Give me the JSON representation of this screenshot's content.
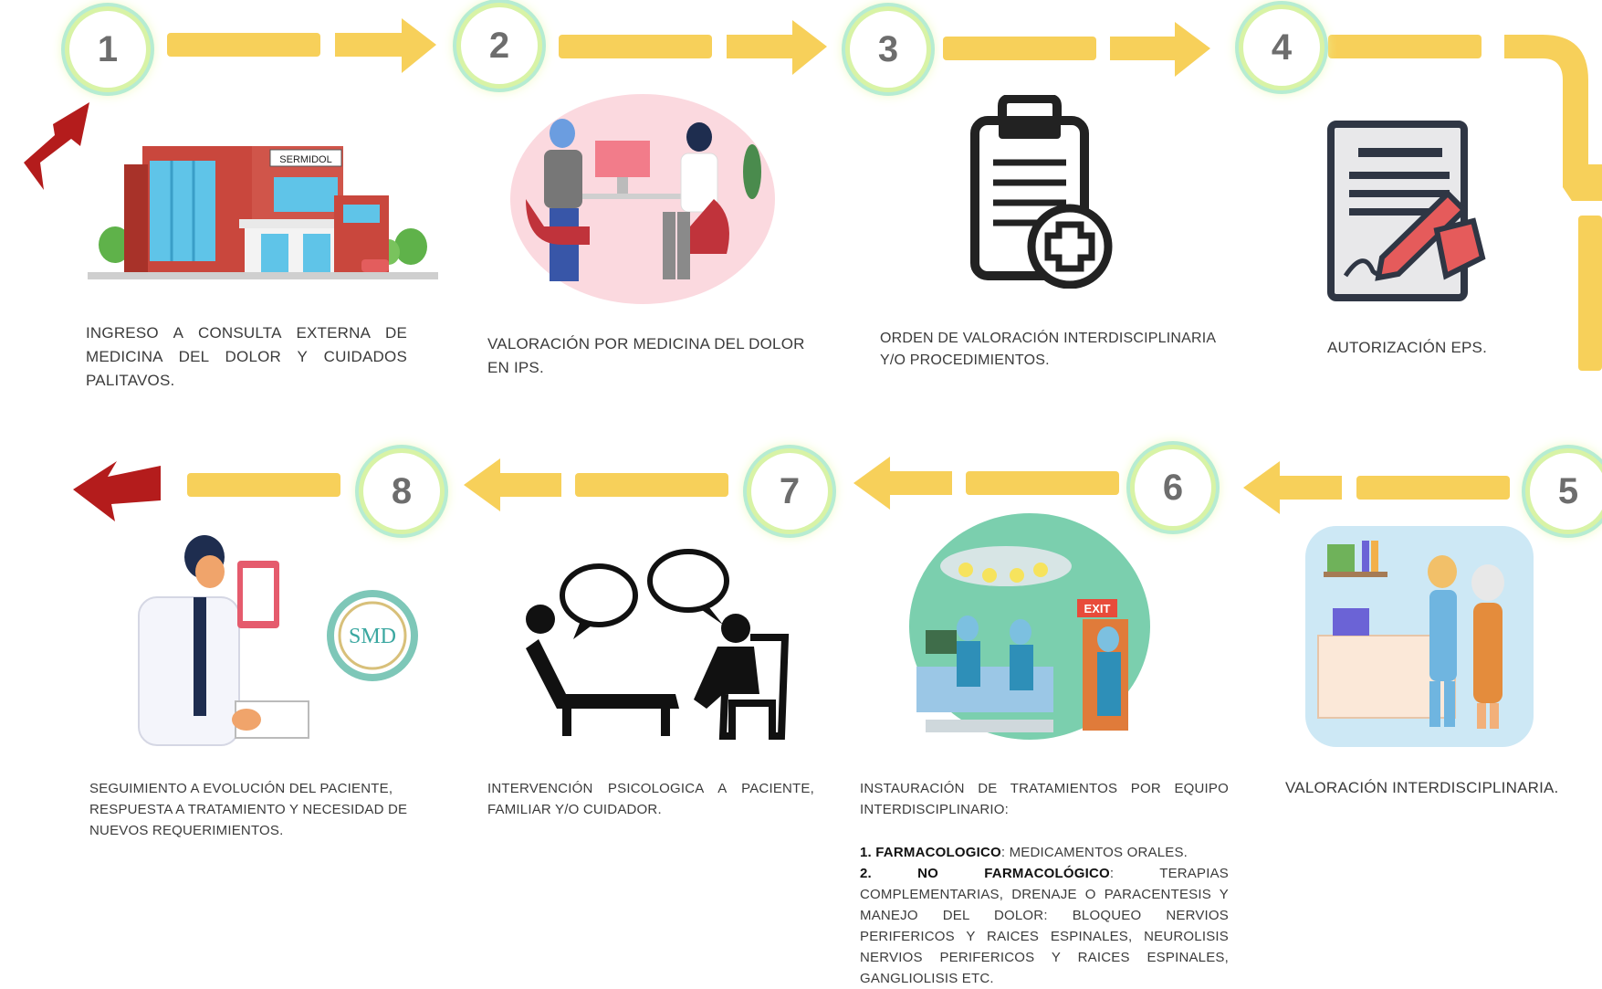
{
  "steps": [
    {
      "number": "1",
      "text": "INGRESO A CONSULTA EXTERNA DE MEDICINA DEL DOLOR Y CUIDADOS PALITAVOS.",
      "sign": "SERMIDOL"
    },
    {
      "number": "2",
      "text": "VALORACIÓN POR MEDICINA DEL DOLOR EN IPS."
    },
    {
      "number": "3",
      "text": "ORDEN DE VALORACIÓN INTERDISCIPLINARIA Y/O PROCEDIMIENTOS."
    },
    {
      "number": "4",
      "text": "AUTORIZACIÓN EPS."
    },
    {
      "number": "5",
      "text": "VALORACIÓN INTERDISCIPLINARIA."
    },
    {
      "number": "6",
      "text": "INSTAURACIÓN DE TRATAMIENTOS POR EQUIPO INTERDISCIPLINARIO:",
      "sign": "EXIT",
      "item1_label": "1. FARMACOLOGICO",
      "item1_text": ": MEDICAMENTOS ORALES.",
      "item2_label": "2. NO FARMACOLÓGICO",
      "item2_text": ": TERAPIAS COMPLEMENTARIAS, DRENAJE O PARACENTESIS Y MANEJO DEL DOLOR: BLOQUEO NERVIOS PERIFERICOS Y RAICES ESPINALES, NEUROLISIS NERVIOS PERIFERICOS Y RAICES ESPINALES, GANGLIOLISIS ETC."
    },
    {
      "number": "7",
      "text": "INTERVENCIÓN PSICOLOGICA A PACIENTE, FAMILIAR Y/O CUIDADOR."
    },
    {
      "number": "8",
      "text": "SEGUIMIENTO A EVOLUCIÓN DEL PACIENTE, RESPUESTA A TRATAMIENTO Y NECESIDAD DE NUEVOS REQUERIMIENTOS.",
      "logo": "SMD"
    }
  ],
  "colors": {
    "arrow": "#f7d05a",
    "start_end_arrow": "#b41c1c",
    "text": "#3b3b3b",
    "number": "#6d6d6d"
  },
  "icons": [
    "hospital-building-icon",
    "doctor-consultation-icon",
    "clipboard-plus-icon",
    "signing-document-icon",
    "nurse-elderly-icon",
    "operating-room-icon",
    "psychology-session-icon",
    "doctor-followup-icon"
  ]
}
